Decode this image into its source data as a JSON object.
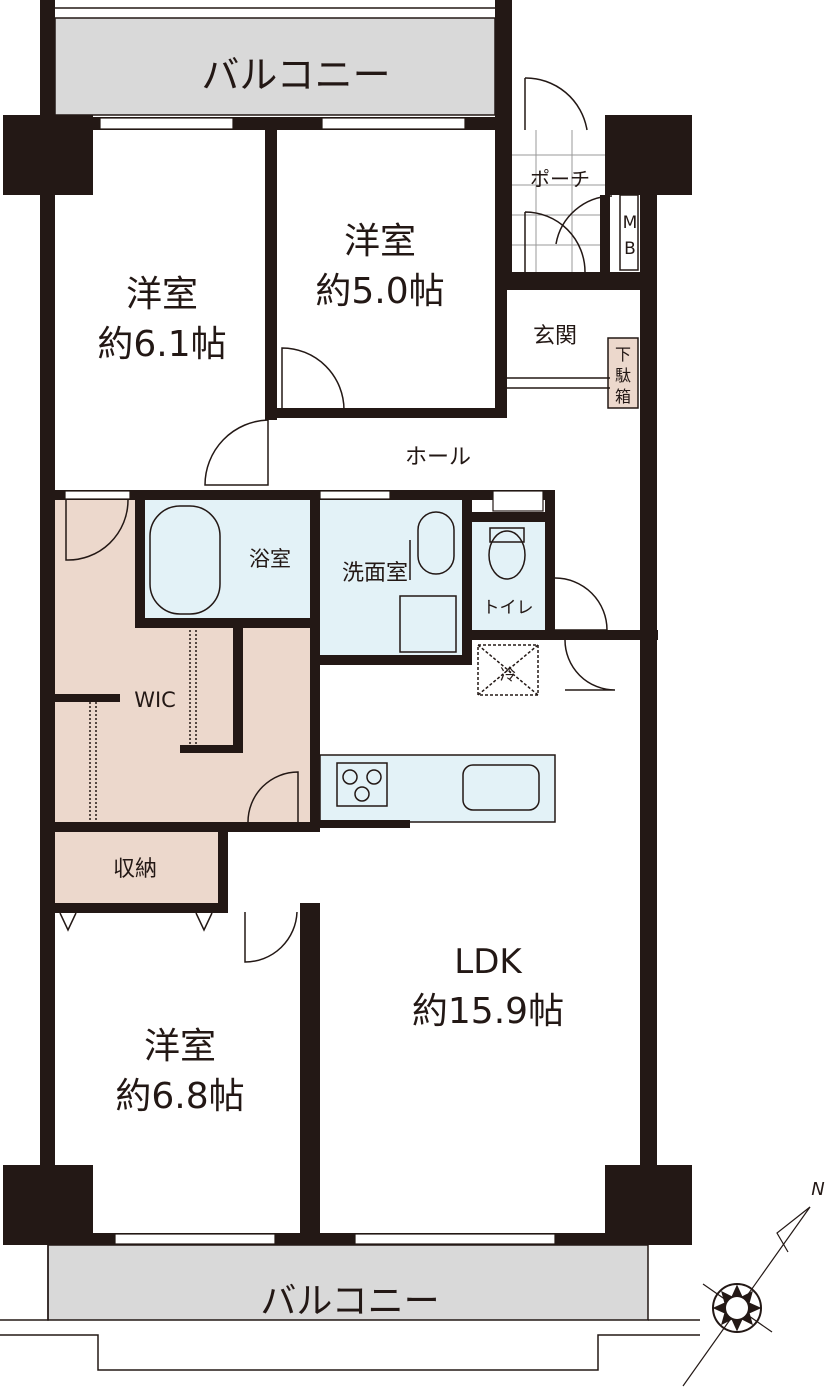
{
  "colors": {
    "wall": "#231815",
    "wet": "#e3f2f7",
    "storage": "#ecd8cc",
    "balcony": "#d9d9d9"
  },
  "balcony_top": "バルコニー",
  "balcony_bottom": "バルコニー",
  "rooms": {
    "western_a": {
      "name": "洋室",
      "size": "約6.1帖"
    },
    "western_b": {
      "name": "洋室",
      "size": "約5.0帖"
    },
    "western_c": {
      "name": "洋室",
      "size": "約6.8帖"
    },
    "ldk": {
      "name": "LDK",
      "size": "約15.9帖"
    },
    "porch": "ポーチ",
    "mb_1": "M",
    "mb_2": "B",
    "entrance": "玄関",
    "shoe_box_1": "下",
    "shoe_box_2": "駄",
    "shoe_box_3": "箱",
    "hall": "ホール",
    "bath": "浴室",
    "washroom": "洗面室",
    "toilet": "トイレ",
    "fridge": "冷",
    "wic": "WIC",
    "storage": "収納"
  },
  "compass": {
    "north": "N"
  }
}
